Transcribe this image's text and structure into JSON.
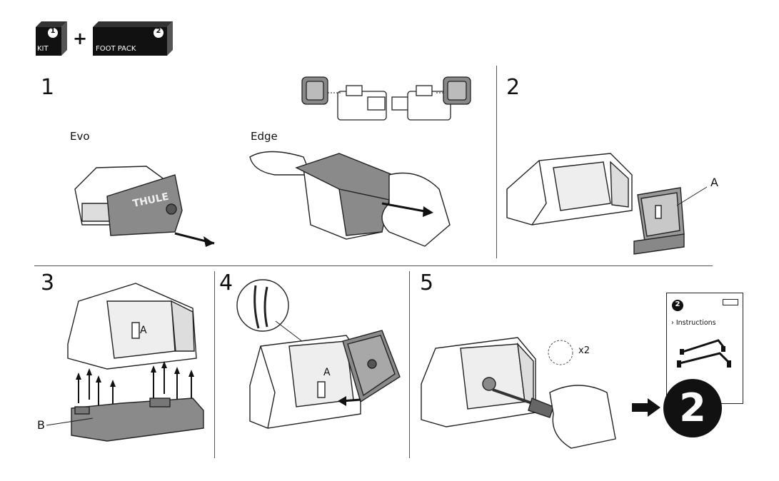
{
  "header": {
    "kit_number": "1",
    "kit_label": "KIT",
    "plus": "+",
    "footpack_number": "2",
    "footpack_label": "FOOT PACK"
  },
  "steps": [
    {
      "number": "1",
      "variants": [
        "Evo",
        "Edge"
      ],
      "brand_text": "THULE"
    },
    {
      "number": "2",
      "callout": "A"
    },
    {
      "number": "3",
      "callout": "B",
      "part_mark": "A"
    },
    {
      "number": "4",
      "part_mark": "A"
    },
    {
      "number": "5",
      "repeat": "x2"
    }
  ],
  "next": {
    "booklet_number": "2",
    "booklet_title": "› Instructions",
    "big_number": "2",
    "arrow_icon": "arrow-right-icon"
  },
  "colors": {
    "ink": "#111111",
    "part_grey": "#8a8a8a",
    "panel": "#ffffff"
  }
}
